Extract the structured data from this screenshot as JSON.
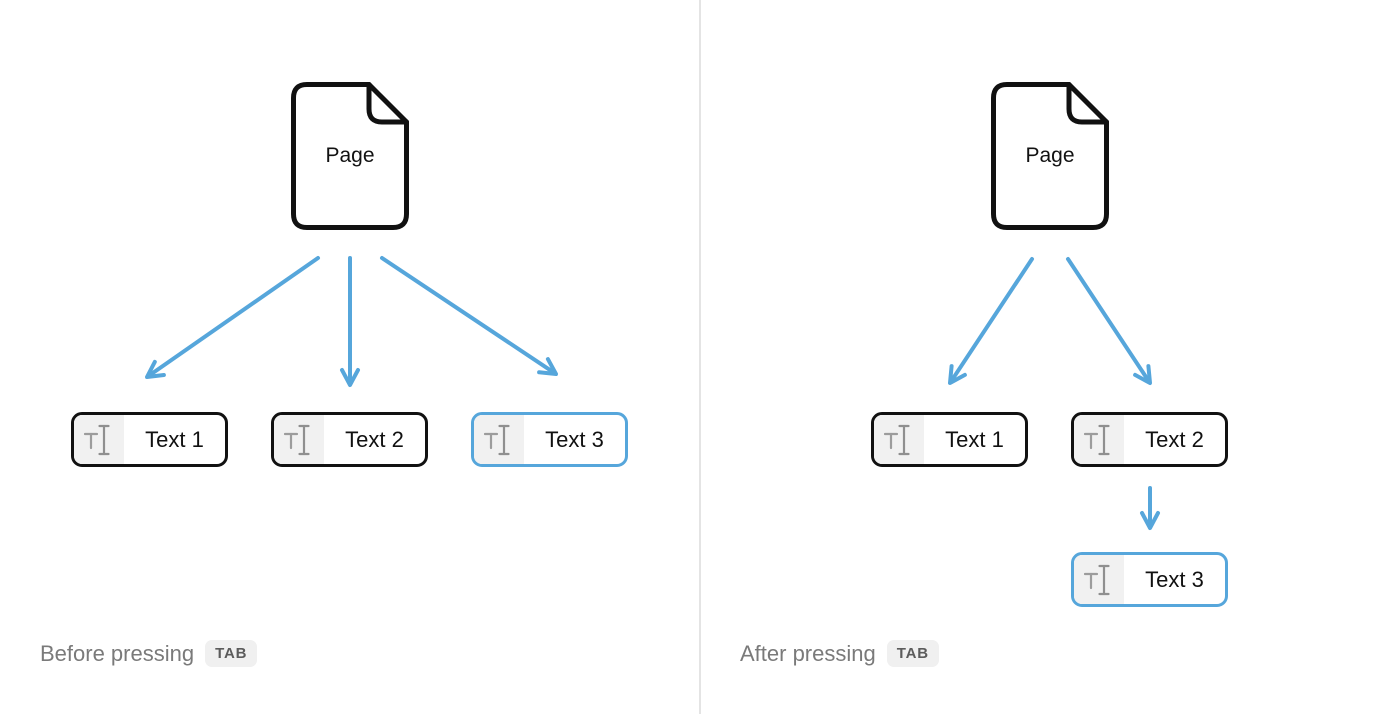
{
  "colors": {
    "accent_blue": "#56a6db",
    "stroke_black": "#111111",
    "icon_gray": "#9b9b9b",
    "icon_cell_bg": "#f1f1f1",
    "caption_gray": "#7a7a7a",
    "badge_bg": "#f0f0f0",
    "badge_text": "#5c5c5c",
    "divider": "#e4e4e4"
  },
  "panels": [
    {
      "id": "before",
      "page_label": "Page",
      "caption": "Before pressing",
      "key_label": "TAB",
      "blocks": [
        {
          "label": "Text 1",
          "selected": false
        },
        {
          "label": "Text 2",
          "selected": false
        },
        {
          "label": "Text 3",
          "selected": true
        }
      ]
    },
    {
      "id": "after",
      "page_label": "Page",
      "caption": "After pressing",
      "key_label": "TAB",
      "blocks": [
        {
          "label": "Text 1",
          "selected": false
        },
        {
          "label": "Text 2",
          "selected": false
        },
        {
          "label": "Text 3",
          "selected": true
        }
      ]
    }
  ]
}
